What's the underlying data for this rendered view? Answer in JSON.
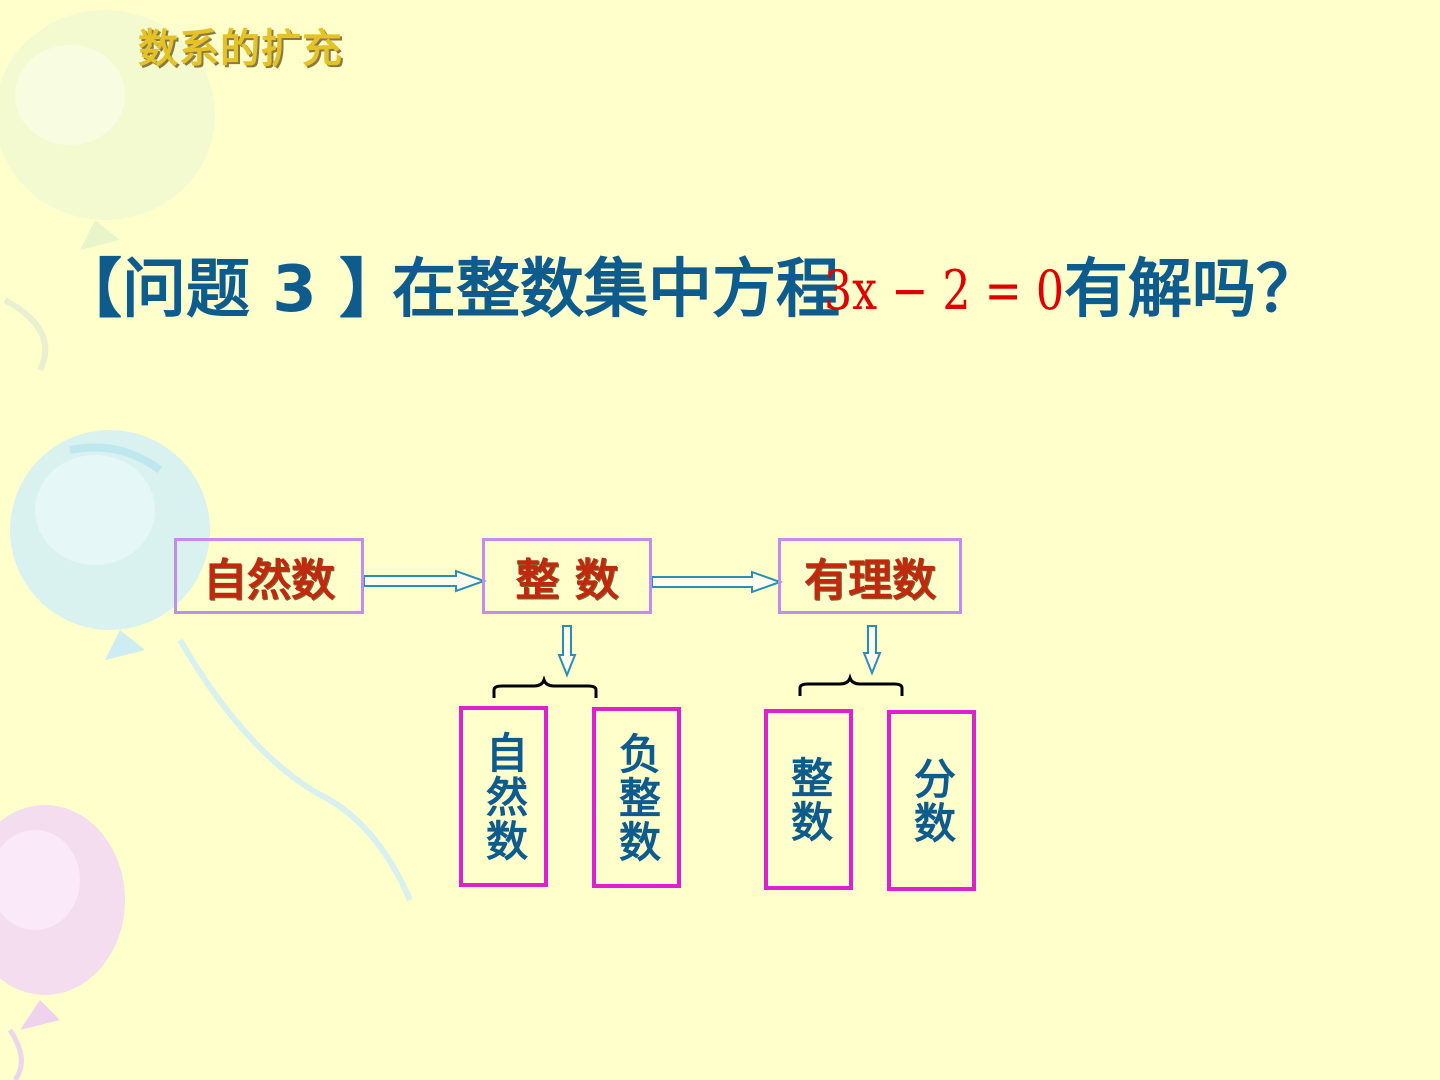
{
  "slide": {
    "section_title": "数系的扩充",
    "question": {
      "label": "【问题 3 】",
      "text": "在整数集中方程",
      "equation": "3x − 2 = 0",
      "ending": "有解吗？"
    }
  },
  "diagram": {
    "top_row": [
      {
        "label": "自然数"
      },
      {
        "label": "整  数"
      },
      {
        "label": "有理数"
      }
    ],
    "integer_parts": [
      "自然数",
      "负整数"
    ],
    "rational_parts": [
      "整数",
      "分数"
    ]
  },
  "colors": {
    "background": "#FFFFCC",
    "question_text": "#0E5C8E",
    "equation": "#E00000",
    "top_box_text": "#C0290E",
    "top_box_border": "#C58BF0",
    "sub_box_border": "#E020D0",
    "section_title": "#E6C229"
  }
}
